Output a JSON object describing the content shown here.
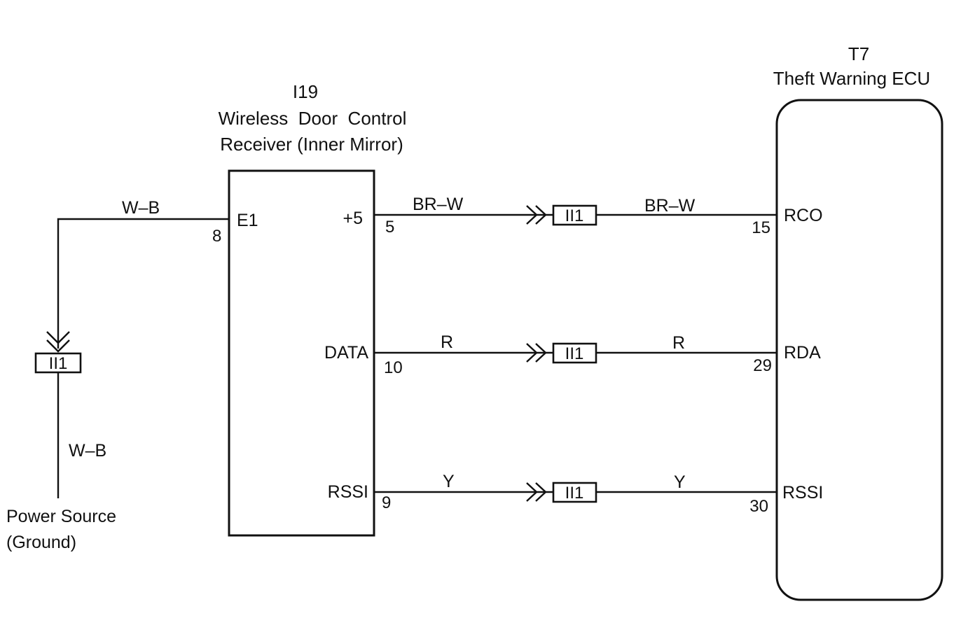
{
  "receiver": {
    "code": "I19",
    "name_line1": "Wireless  Door  Control",
    "name_line2": "Receiver (Inner Mirror)",
    "terminals": [
      {
        "label": "E1",
        "pin": "8"
      },
      {
        "label": "+5",
        "pin": "5"
      },
      {
        "label": "DATA",
        "pin": "10"
      },
      {
        "label": "RSSI",
        "pin": "9"
      }
    ]
  },
  "ecu": {
    "code": "T7",
    "name": "Theft Warning ECU",
    "terminals": [
      {
        "label": "RCO",
        "pin": "15"
      },
      {
        "label": "RDA",
        "pin": "29"
      },
      {
        "label": "RSSI",
        "pin": "30"
      }
    ]
  },
  "connector_label": "II1",
  "wires": {
    "ground_top": "W–B",
    "ground_bottom": "W–B",
    "line1_left": "BR–W",
    "line1_right": "BR–W",
    "line2_left": "R",
    "line2_right": "R",
    "line3_left": "Y",
    "line3_right": "Y"
  },
  "power_source": {
    "line1": "Power Source",
    "line2": "(Ground)"
  },
  "colors": {
    "line": "#111111",
    "background": "#ffffff"
  }
}
